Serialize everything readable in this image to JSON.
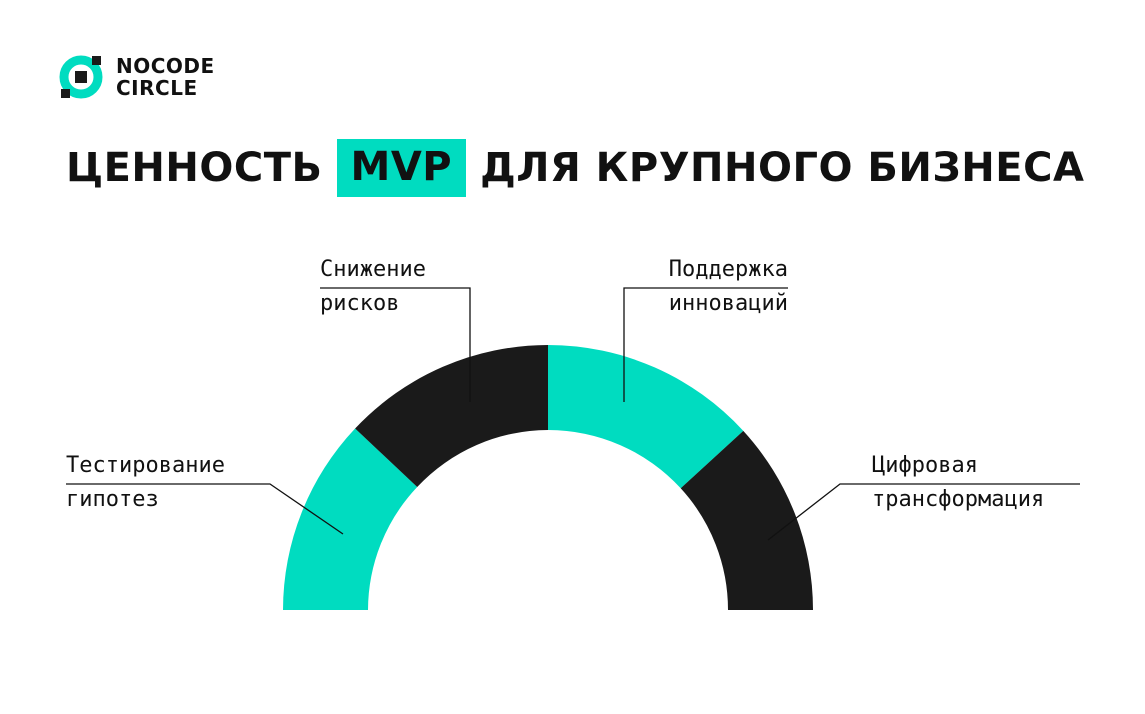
{
  "brand": {
    "line1": "NOCODE",
    "line2": "CIRCLE",
    "icon": "nocode-circle-logo-icon",
    "accent_color": "#00dcc0",
    "dark_color": "#1a1a1a"
  },
  "title": {
    "before": "ЦЕННОСТЬ",
    "highlight": "MVP",
    "after": "ДЛЯ КРУПНОГО БИЗНЕСА"
  },
  "segments": [
    {
      "id": "testing",
      "line1": "Тестирование",
      "line2": "гипотез",
      "color": "#00dcc0"
    },
    {
      "id": "risk",
      "line1": "Снижение",
      "line2": "рисков",
      "color": "#1a1a1a"
    },
    {
      "id": "innovation",
      "line1": "Поддержка",
      "line2": "инноваций",
      "color": "#00dcc0"
    },
    {
      "id": "digital",
      "line1": "Цифровая",
      "line2": "трансформация",
      "color": "#1a1a1a"
    }
  ]
}
